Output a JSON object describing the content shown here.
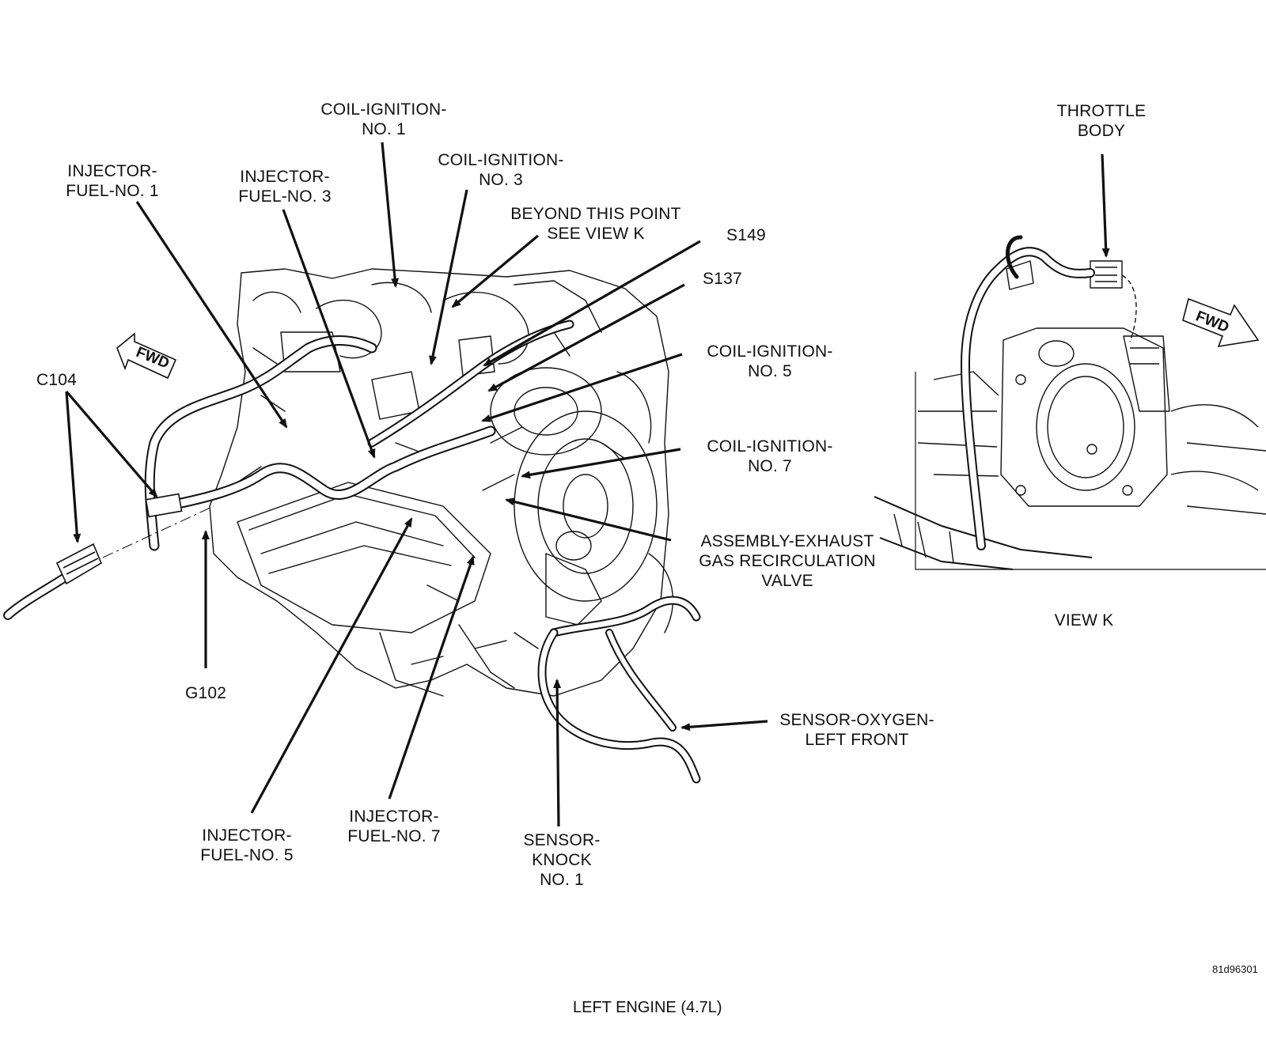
{
  "diagram": {
    "caption": "LEFT ENGINE  (4.7L)",
    "figure_id": "81d96301",
    "view_caption": "VIEW K",
    "fwd_label": "FWD",
    "colors": {
      "ink": "#111111",
      "background": "#ffffff"
    },
    "labels": {
      "coil_1": [
        "COIL-IGNITION-",
        "NO. 1"
      ],
      "coil_3": [
        "COIL-IGNITION-",
        "NO. 3"
      ],
      "coil_5": [
        "COIL-IGNITION-",
        "NO. 5"
      ],
      "coil_7": [
        "COIL-IGNITION-",
        "NO. 7"
      ],
      "injector_1": [
        "INJECTOR-",
        "FUEL-NO. 1"
      ],
      "injector_3": [
        "INJECTOR-",
        "FUEL-NO. 3"
      ],
      "injector_5": [
        "INJECTOR-",
        "FUEL-NO. 5"
      ],
      "injector_7": [
        "INJECTOR-",
        "FUEL-NO. 7"
      ],
      "beyond": [
        "BEYOND THIS POINT",
        "SEE VIEW K"
      ],
      "s149": "S149",
      "s137": "S137",
      "c104": "C104",
      "g102": "G102",
      "egr": [
        "ASSEMBLY-EXHAUST",
        "GAS RECIRCULATION",
        "VALVE"
      ],
      "o2": [
        "SENSOR-OXYGEN-",
        "LEFT FRONT"
      ],
      "knock": [
        "SENSOR-",
        "KNOCK",
        "NO. 1"
      ],
      "throttle": [
        "THROTTLE",
        "BODY"
      ]
    }
  }
}
